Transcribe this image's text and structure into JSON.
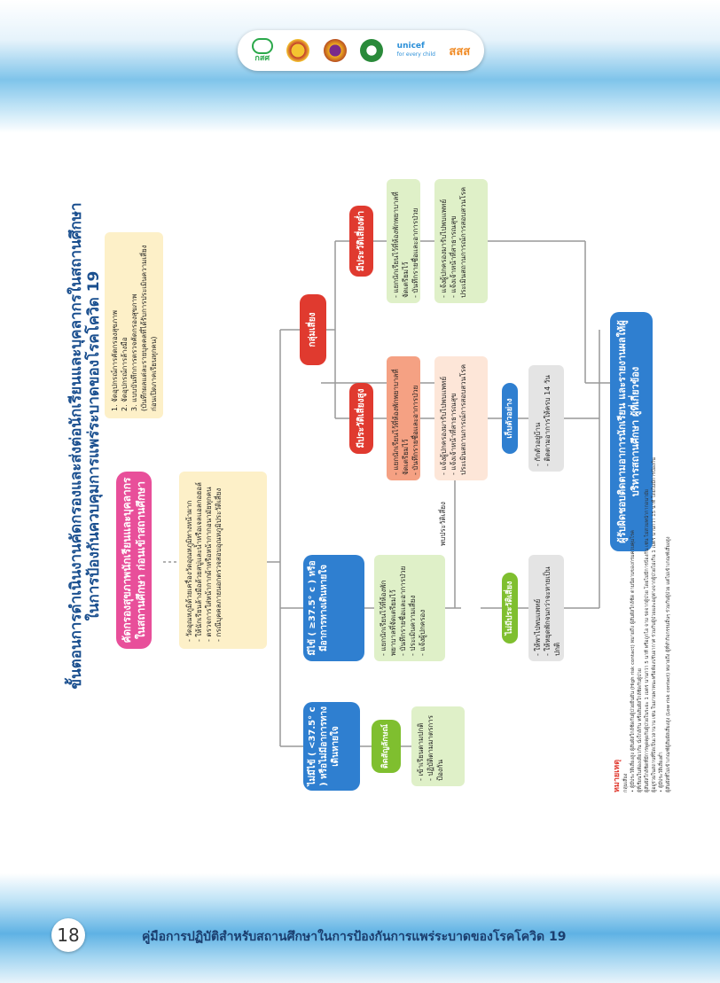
{
  "header": {
    "logos": [
      {
        "name": "nha-logo",
        "text": "กสศ"
      },
      {
        "name": "moe-logo",
        "text": ""
      },
      {
        "name": "obec-logo",
        "text": ""
      },
      {
        "name": "moph-logo",
        "text": ""
      },
      {
        "name": "unicef-logo",
        "text": "unicef",
        "sub": "for every child"
      },
      {
        "name": "thaihealth-logo",
        "text": "สสส"
      }
    ]
  },
  "chart": {
    "title_line1": "ขั้นตอนการดำเนินงานคัดกรองและส่งต่อนักเรียนและบุคลากรในสถานศึกษา",
    "title_line2": "ในการป้องกันควบคุมการแพร่ระบาดของโรคโควิด 19",
    "screening_title": "คัดกรองสุขภาพนักเรียนและบุคลากรในสถานศึกษา ก่อนเข้าสถานศึกษา",
    "equipment": [
      "1. จัดอุปกรณ์การคัดกรองสุขภาพ",
      "2. จัดอุปกรณ์การล้างมือ",
      "3. แบบบันทึกการตรวจคัดกรองสุขภาพ",
      "(บันทึกผลแต่ละรายบุคคลที่ได้รับการประเมินความเสี่ยง ก่อนเปิดภาคเรียนทุกคน)"
    ],
    "screening_steps": [
      "- วัดอุณหภูมิด้วยเครื่องวัดอุณหภูมิทางหน้าผาก",
      "- ให้นักเรียนล้างมือด้วยสบู่และน้ำหรือเจลแอลกอฮอล์",
      "- ตรวจการใส่หน้ากากผ้าหรือหน้ากากอนามัยทุกคน",
      "- กรณีบุคคลภายนอกตรวจสอบอุณหภูมิประวัติเสี่ยง"
    ],
    "no_fever_title": "ไม่มีไข้ ( <37.5° c ) หรือไม่มีอาการทางเดินหายใจ",
    "sticker_label": "ติดสัญลักษณ์",
    "no_fever_steps": [
      "- เข้าเรียนตามปกติ",
      "- ปฏิบัติตามมาตรการป้องกัน"
    ],
    "fever_title": "มีไข้ ( ≥37.5° c ) หรือมีอาการทางเดินหายใจ",
    "fever_steps": [
      "- แยกนักเรียนไว้ที่ห้องพักพยาบาลที่จัดเตรียมไว้",
      "- บันทึกรายชื่อและอาการป่วย",
      "- ประเมินความเสี่ยง",
      "- แจ้งผู้ปกครอง"
    ],
    "found_risk_label": "พบประวัติเสี่ยง",
    "no_risk_history": "ไม่มีประวัติเสี่ยง",
    "no_risk_steps": [
      "- ให้พาไปพบแพทย์",
      "- ให้หยุดพักจนกว่าจะหายเป็นปกติ"
    ],
    "risk_group": "กลุ่มเสี่ยง",
    "high_risk": "มีประวัติเสี่ยงสูง",
    "low_risk": "มีประวัติเสี่ยงต่ำ",
    "high_risk_steps": [
      "- แยกนักเรียนไว้ที่ห้องพักพยาบาลที่จัดเตรียมไว้",
      "- บันทึกรายชื่อและอาการป่วย"
    ],
    "low_risk_steps": [
      "- แยกนักเรียนไว้ที่ห้องพักพยาบาลที่จัดเตรียมไว้",
      "- บันทึกรายชื่อและอาการป่วย"
    ],
    "high_risk_refer": [
      "- แจ้งผู้ปกครองมารับไปพบแพทย์",
      "- แจ้งเจ้าหน้าที่สาธารณสุข",
      "ประเมินสถานการณ์การสอบสวนโรค"
    ],
    "low_risk_refer": [
      "- แจ้งผู้ปกครองมารับไปพบแพทย์",
      "- แจ้งเจ้าหน้าที่สาธารณสุข",
      "ประเมินสถานการณ์การสอบสวนโรค"
    ],
    "sample_label": "เก็บตัวอย่าง",
    "quarantine_steps": [
      "- กักตัวอยู่บ้าน",
      "- ติดตามอาการให้ครบ 14 วัน"
    ],
    "final_box": "ผู้รับผิดชอบติดตามอาการนักเรียน และรายงานผลให้ผู้บริหารสถานศึกษา ผู้ที่เกี่ยวข้อง",
    "notes_title": "หมายเหตุ",
    "notes_sub": "กลุ่มเสี่ยง",
    "notes_lines": [
      "• ผู้มีประวัติเสี่ยงสูง ผู้สัมผัสใกล้ชิดกับผู้ป่วยยืนยัน (High risk contact) หมายถึง ผู้สัมผัสใกล้ชิด ตามนิยามของกรมควบคุมโรค",
      "ผู้ที่เรียนในห้องเดียวกัน นั่งใกล้กัน หรือสัมผัสใกล้ชิดกับผู้ป่วย",
      "ผู้สัมผัสใกล้ชิดที่มีการพูดคุยกับผู้ป่วยในระยะ 1 เมตร นานกว่า 5 นาที หรือถูกไอ จาม รดจากผู้ป่วย โดยไม่มีการป้องกัน เช่น ไม่สวมหน้ากากอนามัย",
      "ผู้อยู่ร่วมในสถานที่ปิดเป็นเวลานาน เช่น ในยานพาหนะหรือห้องปรับอากาศ ร่วมกับผู้ป่วยและอยู่ห่างจากผู้ป่วยไม่เกิน 1 เมตร นานกว่า 15 นาที โดยไม่มีการป้องกัน",
      "• ผู้มีประวัติเสี่ยงต่ำ",
      "ผู้สัมผัสที่ไม่เข้าเกณฑ์ผู้สัมผัสเสี่ยงสูง (Low risk contact) หมายถึง ผู้ที่ทำกิจกรรมอื่นๆ ร่วมกับผู้ป่วย แต่ไม่เข้าเกณฑ์เสี่ยงสูง"
    ]
  },
  "footer": {
    "page_number": "18",
    "title": "คู่มือการปฏิบัติสำหรับสถานศึกษาในการป้องกันการแพร่ระบาดของโรคโควิด 19"
  }
}
